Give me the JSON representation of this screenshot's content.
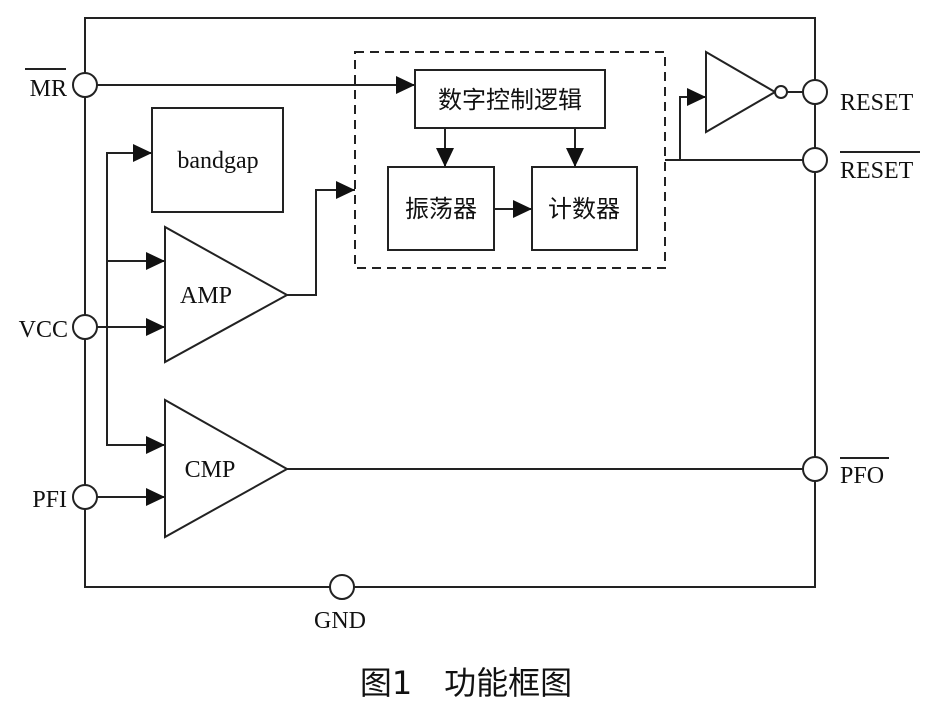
{
  "pins": {
    "mr": "MR",
    "vcc": "VCC",
    "pfi": "PFI",
    "gnd": "GND",
    "reset": "RESET",
    "reset_n": "RESET",
    "pfo": "PFO"
  },
  "blocks": {
    "bandgap": "bandgap",
    "amp": "AMP",
    "cmp": "CMP",
    "logic": "数字控制逻辑",
    "oscillator": "振荡器",
    "counter": "计数器"
  },
  "caption": "图1　功能框图"
}
